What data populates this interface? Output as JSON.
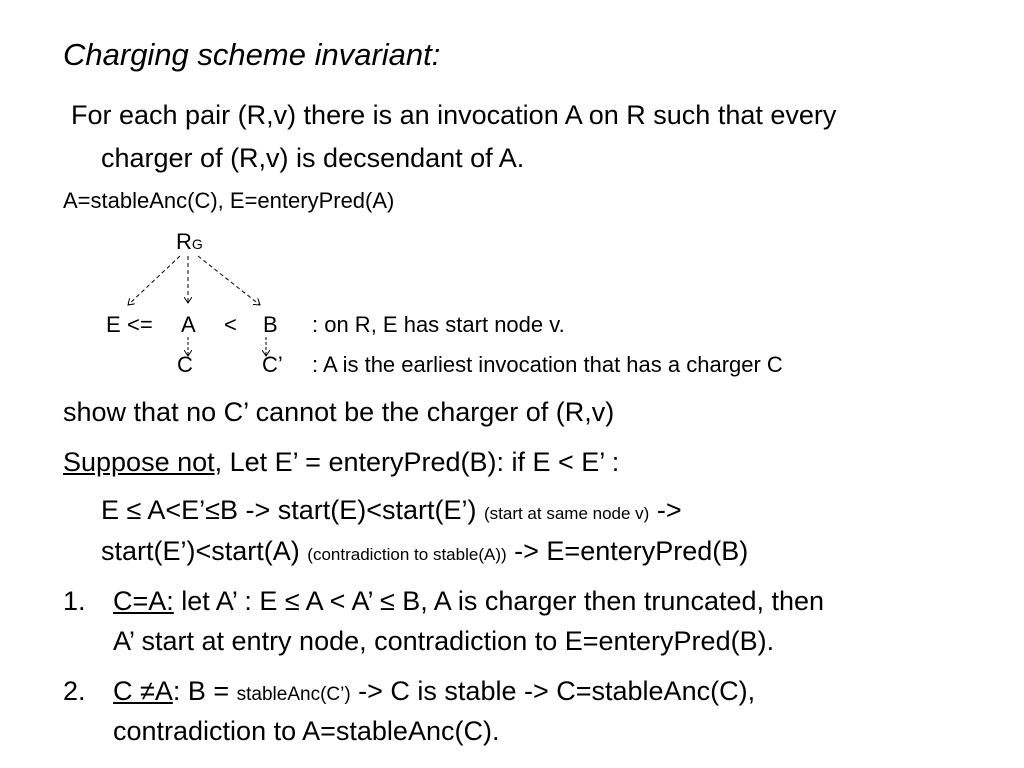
{
  "title": "Charging scheme invariant:",
  "invariant": {
    "line1": "For each pair (R,v) there is an invocation A on R such that every",
    "line2": "charger of (R,v) is decsendant of A."
  },
  "definitions": "A=stableAnc(C),   E=enteryPred(A)",
  "diagram": {
    "root": "R",
    "root_sub": "G",
    "row1": {
      "e": "E",
      "le": "<=",
      "a": "A",
      "lt": "<",
      "b": "B",
      "note": ": on R, E has start node v."
    },
    "row2": {
      "c": "C",
      "c_prime": "C’",
      "note": ": A is the earliest invocation that has a charger C"
    }
  },
  "show_line": "show that no C’ cannot be the charger of (R,v)",
  "suppose": {
    "underlined": "Suppose not",
    "rest": ", Let E’ = enteryPred(B):  if E < E’ :"
  },
  "chain": {
    "l1_main": "E ≤ A<E’≤B -> start(E)<start(E’) ",
    "l1_small": "(start at same node v)",
    "l1_tail": " ->",
    "l2_main": "start(E’)<start(A) ",
    "l2_small": "(contradiction to stable(A))",
    "l2_tail": " -> E=enteryPred(B)"
  },
  "items": [
    {
      "number": "1.",
      "label": "C=A:",
      "line1": " let A’ : E ≤ A < A’ ≤ B, A is charger then truncated,  then",
      "line2": "A’ start at entry node, contradiction to E=enteryPred(B)."
    },
    {
      "number": "2.",
      "label": "C ≠A",
      "colon": ": B = ",
      "small": "stableAnc(C’)",
      "tail": " -> C is stable -> C=stableAnc(C),",
      "line2": "contradiction to A=stableAnc(C)."
    }
  ]
}
